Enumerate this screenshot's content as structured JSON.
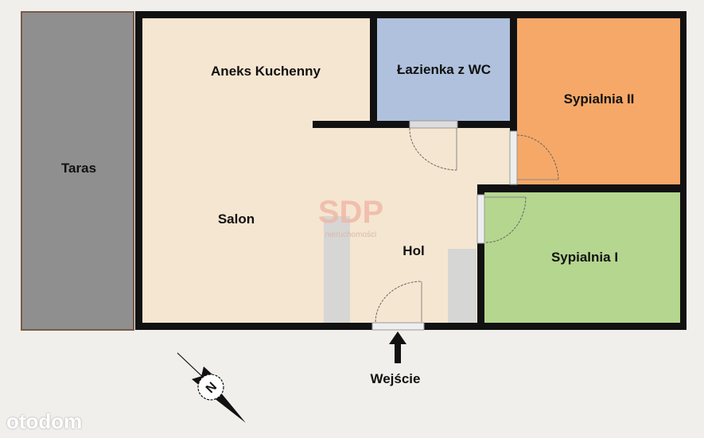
{
  "rooms": {
    "taras": "Taras",
    "aneks": "Aneks Kuchenny",
    "lazienka": "Łazienka z WC",
    "sypialnia2": "Sypialnia II",
    "salon": "Salon",
    "hol": "Hol",
    "sypialnia1": "Sypialnia I"
  },
  "entrance_label": "Wejście",
  "compass_letter": "N",
  "watermark": {
    "brand": "SDP",
    "sub": "nieruchomości"
  },
  "site_logo": "otodom",
  "colors": {
    "cream": "#f5e6d1",
    "bath": "#afc1dc",
    "bed2": "#f6a868",
    "bed1": "#b5d68f",
    "taras": "#8e8e8e"
  }
}
